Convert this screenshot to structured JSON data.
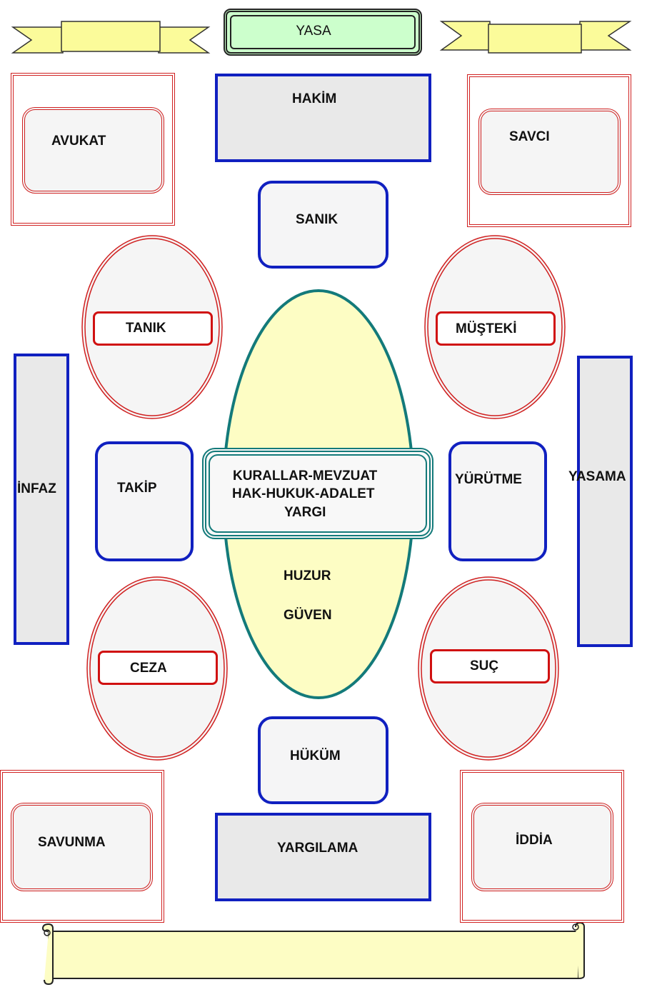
{
  "top": {
    "title": "YASA"
  },
  "corners": {
    "top_left": "AVUKAT",
    "top_right": "SAVCI",
    "bottom_left": "SAVUNMA",
    "bottom_right": "İDDİA"
  },
  "top_center": "HAKİM",
  "defendant": "SANIK",
  "ovals": {
    "upper_left": "TANIK",
    "upper_right": "MÜŞTEKİ",
    "lower_left": "CEZA",
    "lower_right": "SUÇ"
  },
  "sides": {
    "left_bar": "İNFAZ",
    "right_bar": "YASAMA",
    "left_box": "TAKİP",
    "right_box": "YÜRÜTME"
  },
  "center": {
    "line1": "KURALLAR-MEVZUAT",
    "line2": "HAK-HUKUK-ADALET",
    "line3": "YARGI",
    "below1": "HUZUR",
    "below2": "GÜVEN"
  },
  "verdict": "HÜKÜM",
  "trial": "YARGILAMA",
  "colors": {
    "red": "#d02020",
    "blue": "#1020c0",
    "teal": "#137a7a",
    "yellow_fill": "#fdfdc4",
    "green_fill": "#ccffcc",
    "gray_fill": "#e9e9e9"
  }
}
